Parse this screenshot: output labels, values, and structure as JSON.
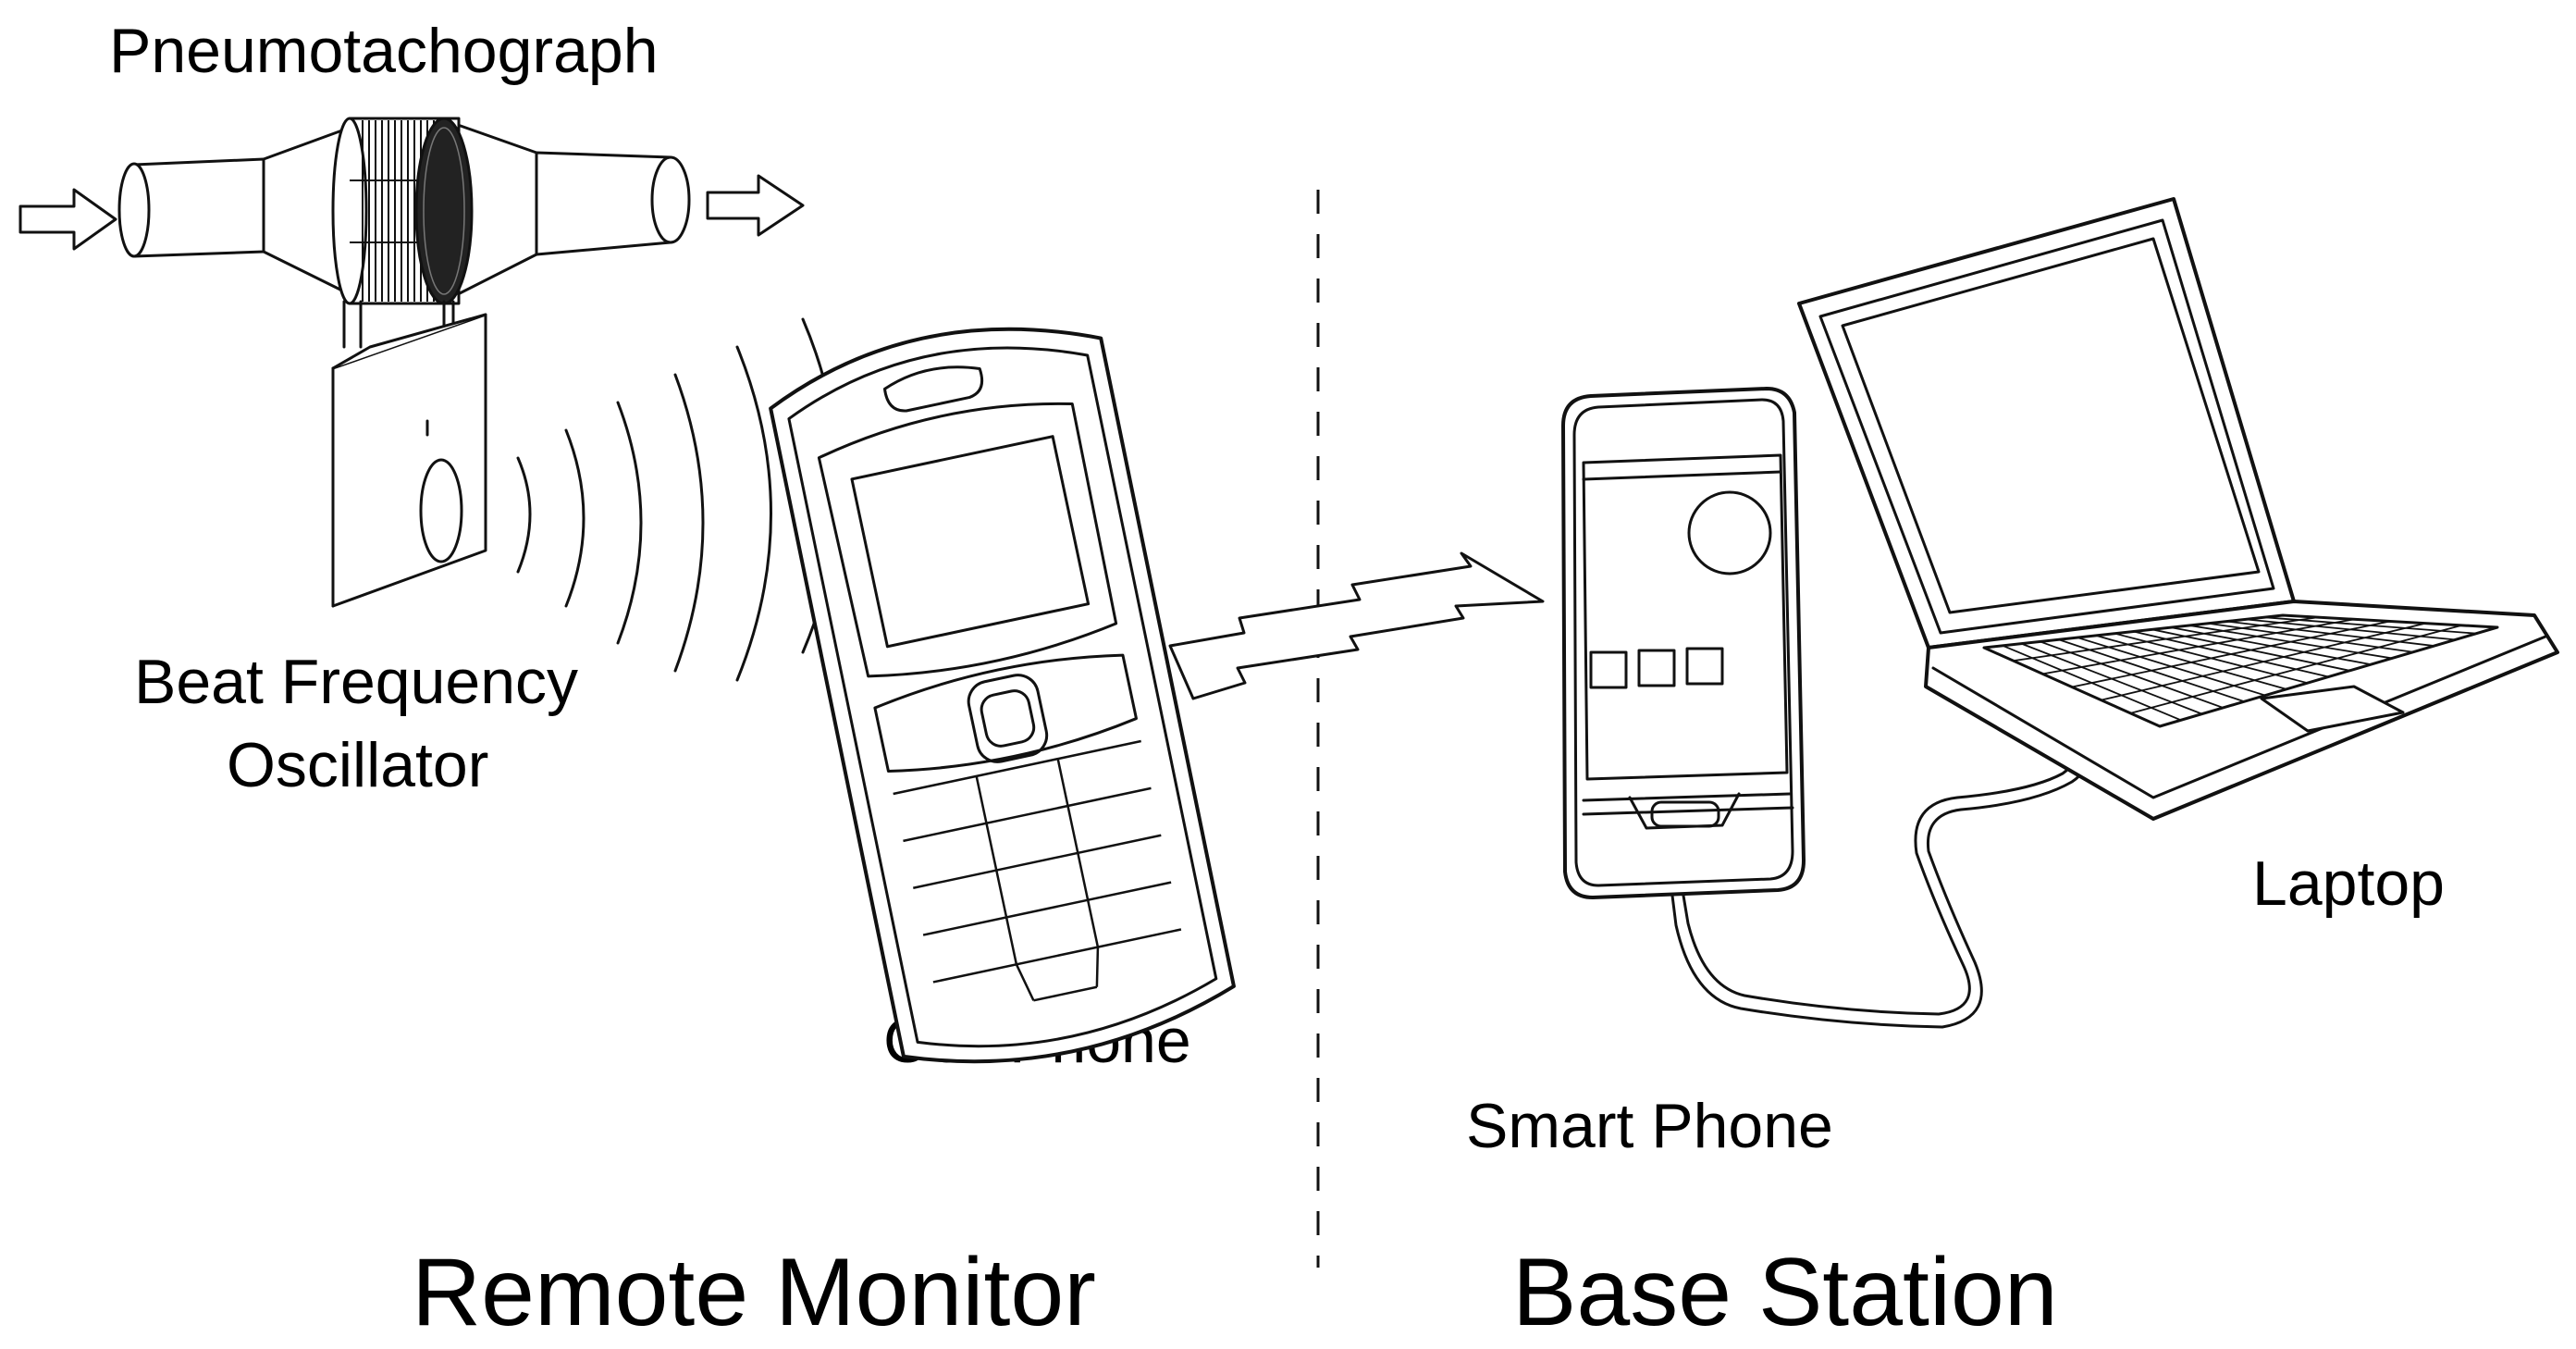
{
  "labels": {
    "pneumotachograph": "Pneumotachograph",
    "bfo_line1": "Beat Frequency",
    "bfo_line2": "Oscillator",
    "cell_phone": "Cell Phone",
    "smart_phone": "Smart Phone",
    "laptop": "Laptop"
  },
  "sections": {
    "left": "Remote Monitor",
    "right": "Base Station"
  },
  "colors": {
    "line": "#111111",
    "background": "#ffffff"
  },
  "icons": [
    "flow-in-arrow-icon",
    "flow-out-arrow-icon",
    "wireless-waves-icon",
    "lightning-link-icon"
  ]
}
